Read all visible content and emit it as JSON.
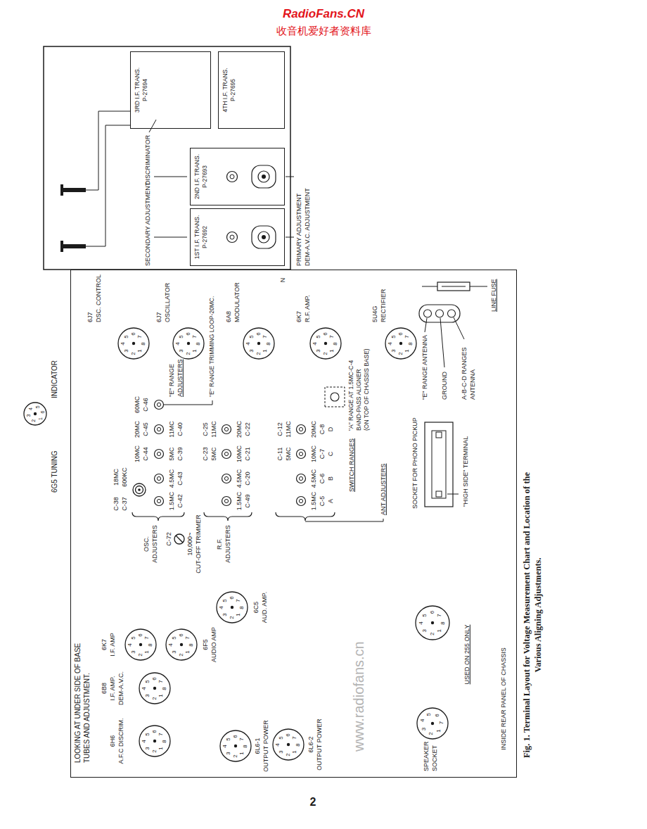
{
  "diagram": {
    "caption": "Fig. 1. Terminal Layout for Voltage Measurement Chart and Location of the Various Aligning Adjustments.",
    "nodes": [
      {
        "text": [
          "LOOKING AT UNDER SIDE OF BASE TUBES AND ADJUSTMENT."
        ]
      },
      {
        "text": [
          "1",
          "2",
          "3",
          "4",
          "5",
          "6",
          "7",
          "8"
        ],
        "in": 0
      },
      {
        "text": [
          "1",
          "2",
          "3",
          "4",
          "5",
          "6",
          "7",
          "8"
        ],
        "in": 0
      },
      {
        "text": [
          "1",
          "2",
          "3",
          "4",
          "5",
          "6",
          "7",
          "8"
        ],
        "in": 0
      },
      {
        "text": [
          "1",
          "2",
          "3",
          "4",
          "5",
          "6",
          "7",
          "8"
        ],
        "in": 0
      },
      {
        "text": [
          "1",
          "2",
          "3",
          "4",
          "5",
          "6",
          "7",
          "8"
        ],
        "in": 0
      },
      {
        "text": [
          "1",
          "2",
          "3",
          "4",
          "5",
          "6",
          "7",
          "8"
        ],
        "in": 0
      },
      {
        "text": [
          "1",
          "2",
          "3",
          "4",
          "5",
          "6",
          "7",
          "8"
        ],
        "in": 0
      },
      {
        "text": [
          "1",
          "2",
          "3",
          "4",
          "5",
          "6",
          "7",
          "8"
        ],
        "in": 0
      },
      {
        "text": [
          "1",
          "2",
          "3",
          "4",
          "5",
          "6",
          "7",
          "8"
        ],
        "in": 0
      },
      {
        "text": [
          "1",
          "2",
          "3",
          "4",
          "5",
          "6",
          "7",
          "8"
        ],
        "in": 0
      },
      {
        "text": [
          "1",
          "2",
          "3",
          "4",
          "5",
          "6",
          "7",
          "8"
        ],
        "in": 0
      },
      {
        "text": [
          "1",
          "2",
          "3",
          "4",
          "5",
          "6",
          "7",
          "8"
        ],
        "in": 0
      },
      {
        "text": [
          "1",
          "2",
          "3",
          "4",
          "5",
          "6",
          "7"
        ],
        "in": 0
      },
      {
        "text": [
          "1",
          "2",
          "3",
          "4",
          "5",
          "6",
          "7",
          "8"
        ],
        "in": 0
      },
      {
        "text": [
          "1",
          "2",
          "3",
          "4",
          "5",
          "6"
        ]
      },
      {
        "text": [
          "1ST I.F. TRANS.",
          "P-27692"
        ]
      },
      {
        "text": [
          "2ND I.F. TRANS.",
          "P-27693"
        ]
      },
      {
        "text": [
          "3RD I.F. TRANS.",
          "P-27694"
        ]
      },
      {
        "text": [
          "4TH I.F. TRANS.",
          "P-27695"
        ]
      }
    ],
    "labels": [
      "RadioFans.CN",
      "收音机爱好者资料库",
      "2",
      "6G5 TUNING",
      "INDICATOR",
      "6H6",
      "A.F.C DISCRIM.",
      "6B8",
      "I.F. AMP.",
      "DEM-A.V.C.",
      "6K7",
      "I.F. AMP",
      "6F5",
      "AUDIO AMP",
      "6L6-1",
      "OUTPUT POWER",
      "6L6-2",
      "OUTPUT POWER",
      "6C5",
      "AUD. AMP.",
      "SPEAKER",
      "SOCKET",
      "USED ON 255 ONLY",
      "INSIDE REAR PANEL OF CHASSIS",
      "C-72",
      "10,000~",
      "CUT-OFF TRIMMER",
      "OSC.",
      "ADJUSTERS",
      "R.F.",
      "ADJUSTERS",
      "10MC",
      "C-44",
      "20MC",
      "C-45",
      "1.5MC",
      "C-42",
      "4.5MC",
      "C-43",
      "5MC",
      "C-39",
      "11MC",
      "C-40",
      "C-38",
      "18MC",
      "C-37",
      "600KC",
      "60MC",
      "C-46",
      "\"E\" RANGE",
      "ADJUSTERS",
      "\"E\" RANGE TRIMMING LOOP-20MC.",
      "C-23",
      "5MC",
      "C-25",
      "11MC",
      "1.5MC",
      "C-49",
      "4.5MC",
      "C-20",
      "10MC",
      "C-21",
      "20MC",
      "C-22",
      "C-11",
      "5MC",
      "C-12",
      "11MC",
      "1.5MC",
      "C-5",
      "A",
      "4.5MC",
      "C-6",
      "B",
      "10MC",
      "C-7",
      "C",
      "20MC",
      "C-8",
      "D",
      "SWITCH RANGES",
      "ANT ADJUSTERS",
      "6J7",
      "DSC. CONTROL",
      "6J7",
      "OSCILLATOR",
      "6A8",
      "MODULATOR",
      "6K7",
      "R.F. AMP.",
      "5U4G",
      "RECTIFIER",
      "\"A\" RANGE AT 1.5MC-C-4",
      "BAND-PASS ALIGNER",
      "(ON TOP OF CHASSIS BASE)",
      "\"E\" RANGE ANTENNA",
      "GROUND",
      "A-B-C-D RANGES",
      "ANTENNA",
      "LINE FUSE",
      "N",
      "SOCKET FOR PHONO PICKUP",
      "\"HIGH SIDE\" TERMINAL",
      "SECONDARY ADJUSTMENT",
      "DISCRIMINATOR",
      "PRIMARY ADJUSTMENT",
      "DEM-A.V.C. ADJUSTMENT",
      "www.radiofans.cn"
    ]
  }
}
